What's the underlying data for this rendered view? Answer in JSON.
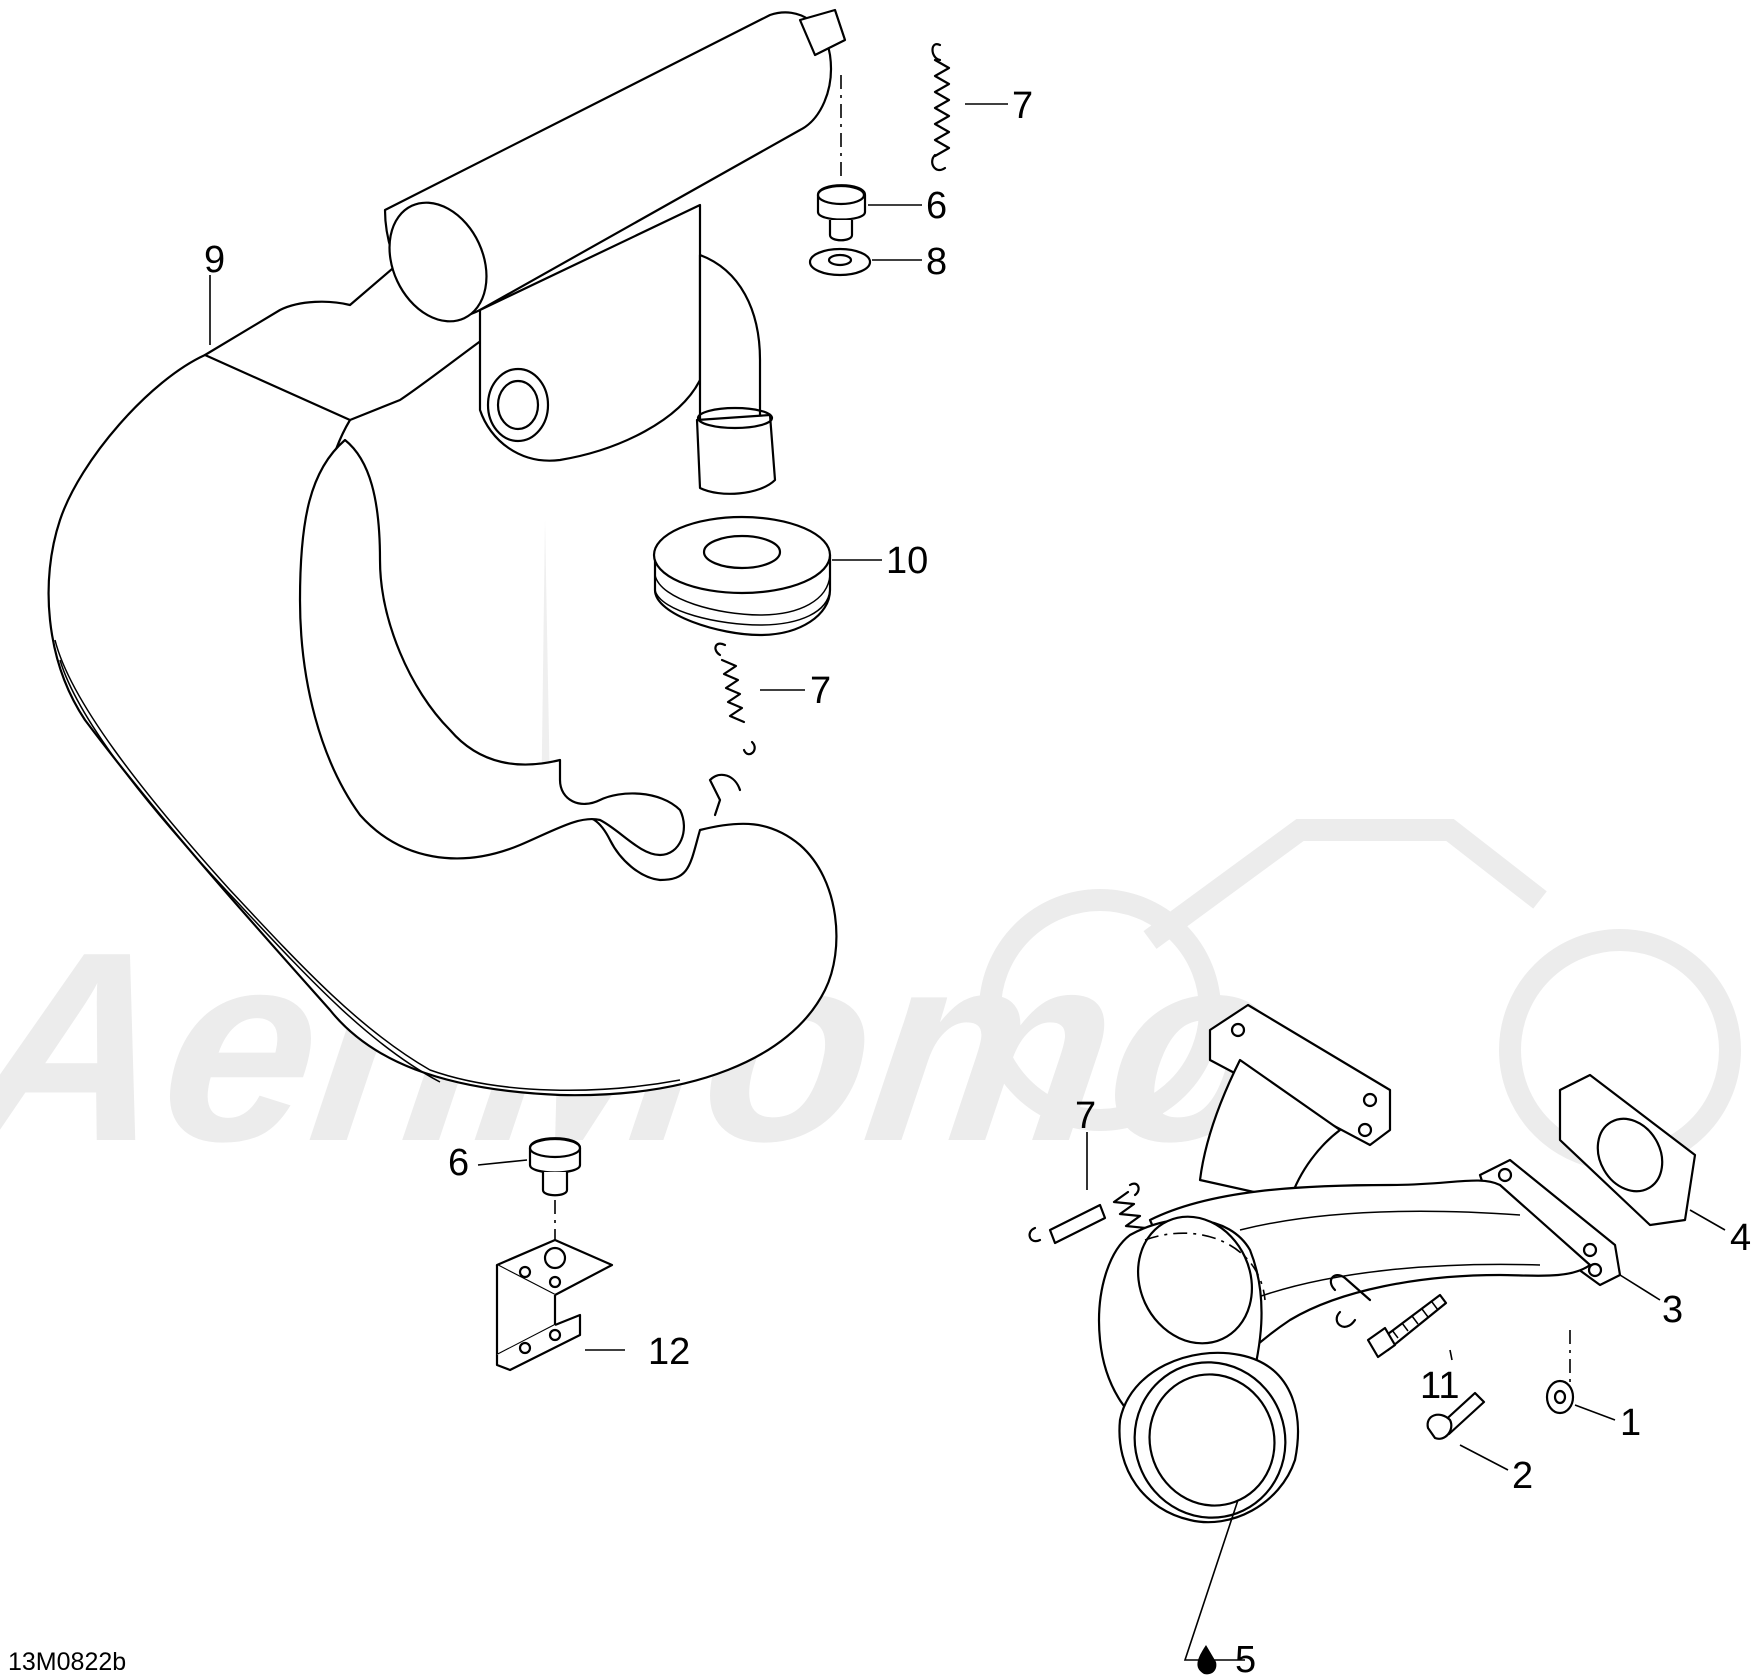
{
  "diagram": {
    "code": "13M0822b",
    "watermark": "AehMomo",
    "parts": [
      {
        "id": "p1",
        "label": "1"
      },
      {
        "id": "p2",
        "label": "2"
      },
      {
        "id": "p3",
        "label": "3"
      },
      {
        "id": "p4",
        "label": "4"
      },
      {
        "id": "p5",
        "label": "5"
      },
      {
        "id": "p6a",
        "label": "6"
      },
      {
        "id": "p6b",
        "label": "6"
      },
      {
        "id": "p7a",
        "label": "7"
      },
      {
        "id": "p7b",
        "label": "7"
      },
      {
        "id": "p7c",
        "label": "7"
      },
      {
        "id": "p8",
        "label": "8"
      },
      {
        "id": "p9",
        "label": "9"
      },
      {
        "id": "p10",
        "label": "10"
      },
      {
        "id": "p11",
        "label": "11"
      },
      {
        "id": "p12",
        "label": "12"
      }
    ]
  }
}
